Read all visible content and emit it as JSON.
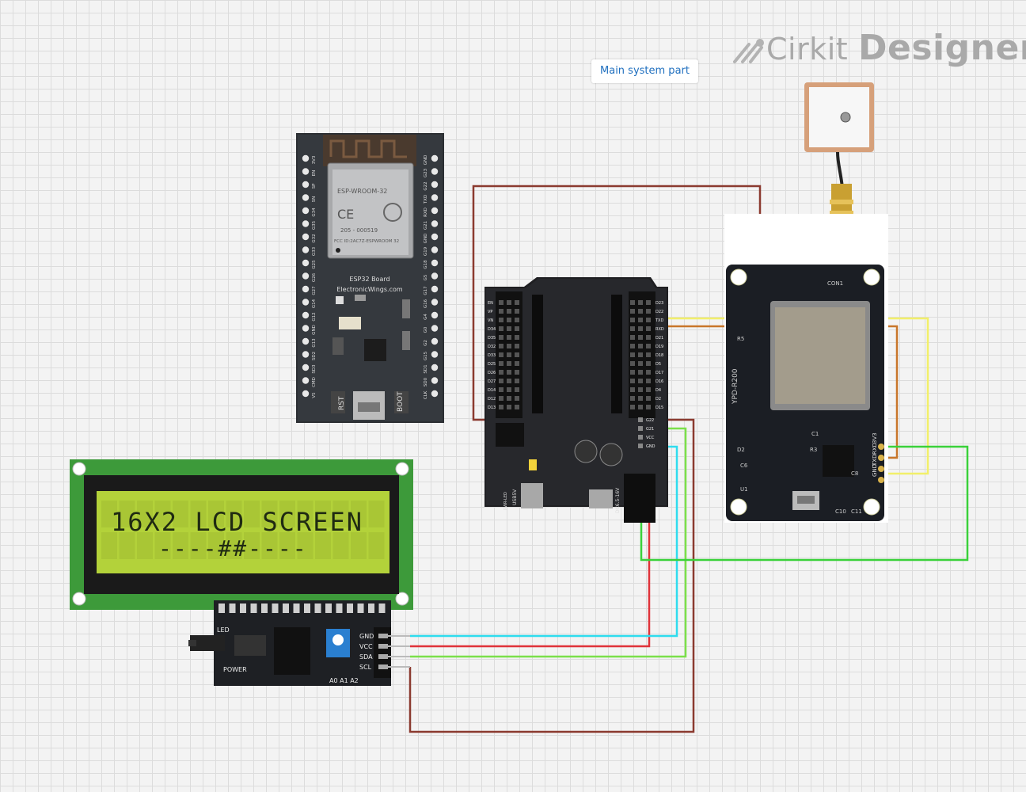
{
  "brand": {
    "name_light": "Cirkit",
    "name_bold": "Designer"
  },
  "note": {
    "text": "Main system part"
  },
  "lcd": {
    "line1": "16X2 LCD SCREEN",
    "line2": "----##----"
  },
  "esp32": {
    "module": "ESP-WROOM-32",
    "fcc": "FCC ID:2AC7Z-ESPWROOM 32",
    "cert": "205 - 000519",
    "board": "ESP32 Board",
    "site": "ElectronicWings.com",
    "rst": "RST",
    "boot": "BOOT",
    "pins_left": [
      "3V3",
      "EN",
      "SP",
      "SN",
      "G34",
      "G35",
      "G32",
      "G33",
      "G25",
      "G26",
      "G27",
      "G14",
      "G12",
      "GND",
      "G13",
      "SD2",
      "SD3",
      "CMD",
      "V5"
    ],
    "pins_right": [
      "GND",
      "G23",
      "G22",
      "TXD",
      "RXD",
      "G21",
      "GND",
      "G19",
      "G18",
      "G5",
      "G17",
      "G16",
      "G4",
      "G0",
      "G2",
      "G15",
      "SD1",
      "SD0",
      "CLK"
    ]
  },
  "expansion": {
    "pins_left": [
      "EN",
      "VP",
      "VN",
      "D34",
      "D35",
      "D32",
      "D33",
      "D25",
      "D26",
      "D27",
      "D14",
      "D12",
      "D13"
    ],
    "pins_right": [
      "D23",
      "D22",
      "TXD",
      "RXD",
      "D21",
      "D19",
      "D18",
      "D5",
      "D17",
      "D16",
      "D4",
      "D2",
      "D15"
    ],
    "power_pins": [
      "G22",
      "G21",
      "VCC",
      "GND"
    ],
    "labels": [
      "DC6.5-16V",
      "USB5V",
      "PWR-LED"
    ]
  },
  "i2c": {
    "pins": [
      "GND",
      "VCC",
      "SDA",
      "SCL"
    ],
    "led": "LED",
    "power": "POWER",
    "addr": "A0 A1 A2"
  },
  "gps": {
    "model": "YPD-R200",
    "pins": [
      "3V3",
      "RXD",
      "TXD",
      "GND"
    ],
    "silk": [
      "C6",
      "C8",
      "R5",
      "C1",
      "D2",
      "R3",
      "U1",
      "C10",
      "C11",
      "CON1"
    ]
  },
  "wire_colors": {
    "brown": "#8b3a2f",
    "red": "#e0333a",
    "green": "#7be04a",
    "cyan": "#2fdcee",
    "yellow": "#f2ef6a",
    "orange": "#c9762a",
    "bright_green": "#3ad13a"
  }
}
